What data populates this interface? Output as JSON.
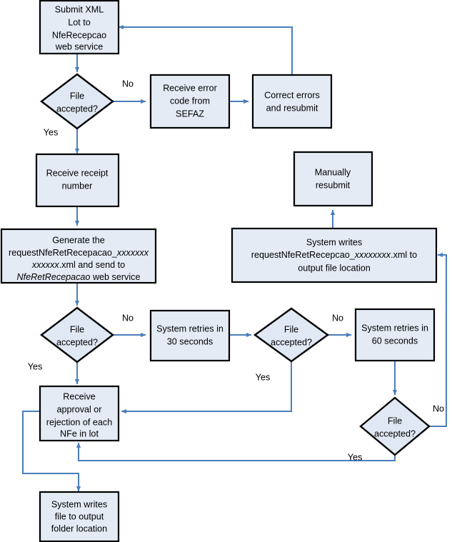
{
  "diagram": {
    "type": "flowchart",
    "title": "NFe XML lot submission flow",
    "colors": {
      "node_fill": "#e4ebf5",
      "node_stroke": "#000000",
      "connector": "#4a7ebb",
      "background": "#ffffff"
    },
    "nodes": [
      {
        "id": "submit-xml-lot",
        "shape": "process",
        "lines": [
          "Submit XML",
          "Lot to",
          "NfeRecepcao",
          "web service"
        ],
        "italic_lines": []
      },
      {
        "id": "file-accepted-1",
        "shape": "decision",
        "lines": [
          "File",
          "accepted?"
        ],
        "italic_lines": []
      },
      {
        "id": "receive-error-code",
        "shape": "process",
        "lines": [
          "Receive error",
          "code from",
          "SEFAZ"
        ],
        "italic_lines": []
      },
      {
        "id": "correct-errors",
        "shape": "process",
        "lines": [
          "Correct errors",
          "and resubmit"
        ],
        "italic_lines": []
      },
      {
        "id": "receive-receipt-number",
        "shape": "process",
        "lines": [
          "Receive receipt",
          "number"
        ],
        "italic_lines": []
      },
      {
        "id": "generate-request",
        "shape": "process",
        "lines": [
          "Generate the",
          "requestNfeRetRecepacao_xxxxxxx",
          "xxxxxx.xml and send to",
          "NfeRetRecepacao web service"
        ],
        "italic_lines": [
          1,
          2,
          3
        ]
      },
      {
        "id": "manually-resubmit",
        "shape": "process",
        "lines": [
          "Manually",
          "resubmit"
        ],
        "italic_lines": []
      },
      {
        "id": "system-writes-request",
        "shape": "process",
        "lines": [
          "System writes",
          "requestNfeRetRecepcao_xxxxxxxx.xml to",
          "output file location"
        ],
        "italic_lines": [
          1
        ]
      },
      {
        "id": "file-accepted-2",
        "shape": "decision",
        "lines": [
          "File",
          "accepted?"
        ],
        "italic_lines": []
      },
      {
        "id": "system-retries-30",
        "shape": "process",
        "lines": [
          "System retries in",
          "30 seconds"
        ],
        "italic_lines": []
      },
      {
        "id": "file-accepted-3",
        "shape": "decision",
        "lines": [
          "File",
          "accepted?"
        ],
        "italic_lines": []
      },
      {
        "id": "system-retries-60",
        "shape": "process",
        "lines": [
          "System retries in",
          "60 seconds"
        ],
        "italic_lines": []
      },
      {
        "id": "file-accepted-4",
        "shape": "decision",
        "lines": [
          "File",
          "accepted?"
        ],
        "italic_lines": []
      },
      {
        "id": "receive-approval",
        "shape": "process",
        "lines": [
          "Receive",
          "approval or",
          "rejection of each",
          "NFe in lot"
        ],
        "italic_lines": []
      },
      {
        "id": "system-writes-file",
        "shape": "process",
        "lines": [
          "System writes",
          "file to output",
          "folder location"
        ],
        "italic_lines": []
      }
    ],
    "edge_labels": {
      "no_1": "No",
      "yes_1": "Yes",
      "no_2": "No",
      "yes_2": "Yes",
      "no_3": "No",
      "yes_3": "Yes",
      "no_4": "No",
      "yes_4": "Yes"
    },
    "text": {
      "n1_l1": "Submit XML",
      "n1_l2": "Lot to",
      "n1_l3": "NfeRecepcao",
      "n1_l4": "web service",
      "d1_l1": "File",
      "d1_l2": "accepted?",
      "n2_l1": "Receive error",
      "n2_l2": "code from",
      "n2_l3": "SEFAZ",
      "n3_l1": "Correct errors",
      "n3_l2": "and resubmit",
      "n4_l1": "Receive receipt",
      "n4_l2": "number",
      "n5_l1": "Generate the",
      "n5_l2a": "requestNfeRetRecepacao_",
      "n5_l2b": "xxxxxxx",
      "n5_l3a": "xxxxxx",
      "n5_l3b": ".xml and send to",
      "n5_l4a": "NfeRetRecepacao",
      "n5_l4b": " web service",
      "n6_l1": "Manually",
      "n6_l2": "resubmit",
      "n7_l1": "System writes",
      "n7_l2a": "requestNfeRetRecepcao_",
      "n7_l2b": "xxxxxxxx",
      "n7_l2c": ".xml to",
      "n7_l3": "output file location",
      "d2_l1": "File",
      "d2_l2": "accepted?",
      "n8_l1": "System retries in",
      "n8_l2": "30 seconds",
      "d3_l1": "File",
      "d3_l2": "accepted?",
      "n9_l1": "System retries in",
      "n9_l2": "60 seconds",
      "d4_l1": "File",
      "d4_l2": "accepted?",
      "n10_l1": "Receive",
      "n10_l2": "approval or",
      "n10_l3": "rejection of each",
      "n10_l4": "NFe in lot",
      "n11_l1": "System writes",
      "n11_l2": "file to output",
      "n11_l3": "folder location"
    }
  }
}
